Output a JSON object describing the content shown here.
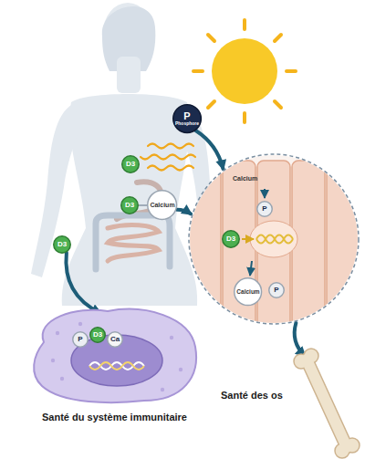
{
  "diagram": {
    "nodes": [
      {
        "text": [
          "D3"
        ]
      },
      {
        "text": [
          "P",
          "Phosphore"
        ]
      },
      {
        "text": [
          "D3"
        ]
      },
      {
        "text": [
          "Calcium"
        ]
      },
      {
        "text": [
          "D3"
        ]
      },
      {
        "text": [
          "Calcium"
        ]
      },
      {
        "text": [
          "P"
        ],
        "in": 5
      },
      {
        "text": [
          "D3"
        ],
        "in": 5
      },
      {
        "text": [
          "Calcium"
        ],
        "in": 5
      },
      {
        "text": [
          "P"
        ],
        "in": 5
      },
      {
        "text": [
          "Santé du système immunitaire"
        ]
      },
      {
        "text": [
          "P"
        ],
        "in": 10
      },
      {
        "text": [
          "D3"
        ],
        "in": 10
      },
      {
        "text": [
          "Ca"
        ],
        "in": 10
      },
      {
        "text": [
          "Santé des os"
        ]
      }
    ],
    "edges": [
      {
        "from": 2,
        "to": 3,
        "arrow": "none"
      },
      {
        "from": 3,
        "to": 5,
        "arrow": "to"
      },
      {
        "from": 1,
        "to": 5,
        "arrow": "to"
      },
      {
        "from": 5,
        "to": 14,
        "arrow": "to"
      },
      {
        "from": 4,
        "to": 10,
        "arrow": "to"
      }
    ]
  }
}
